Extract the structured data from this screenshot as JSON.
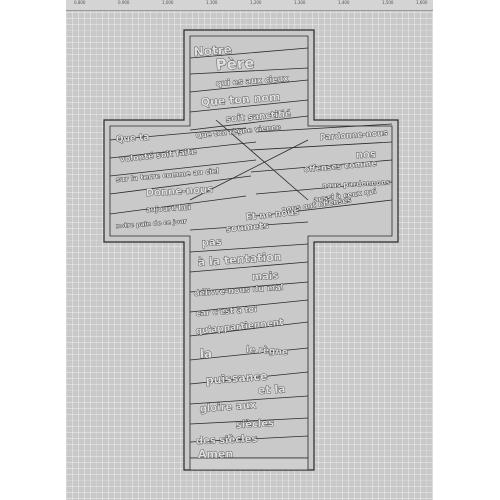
{
  "ruler": {
    "labels": [
      "0,800",
      "0,900",
      "1,000",
      "1,100",
      "1,200",
      "1,300",
      "1,400",
      "1,500",
      "1,600"
    ]
  },
  "prayer": {
    "lines": [
      "Notre",
      "Père",
      "qui es aux cieux",
      "Que ton nom",
      "soit sanctifié",
      "Que ta",
      "Que ton règne vienne",
      "Pardonne-nous",
      "volonté soit faite",
      "nos",
      "offenses comme",
      "sur la terre comme au ciel",
      "nous pardonnons",
      "Donne-nous",
      "aussi à ceux qui",
      "aujourd'hui",
      "nous ont offensés",
      "notre pain de ce jour",
      "Et ne nous",
      "soumets",
      "pas",
      "à la tentation",
      "mais",
      "délivre-nous du mal",
      "car c'est à toi",
      "qu'appartiennent",
      "le règne",
      "la",
      "puissance",
      "et la",
      "gloire aux",
      "siècles",
      "des siècles",
      "Amen"
    ]
  },
  "colors": {
    "canvas": "#c8c8c8",
    "stroke": "#2a2a2a",
    "letter_fill": "#e0e0e0"
  }
}
